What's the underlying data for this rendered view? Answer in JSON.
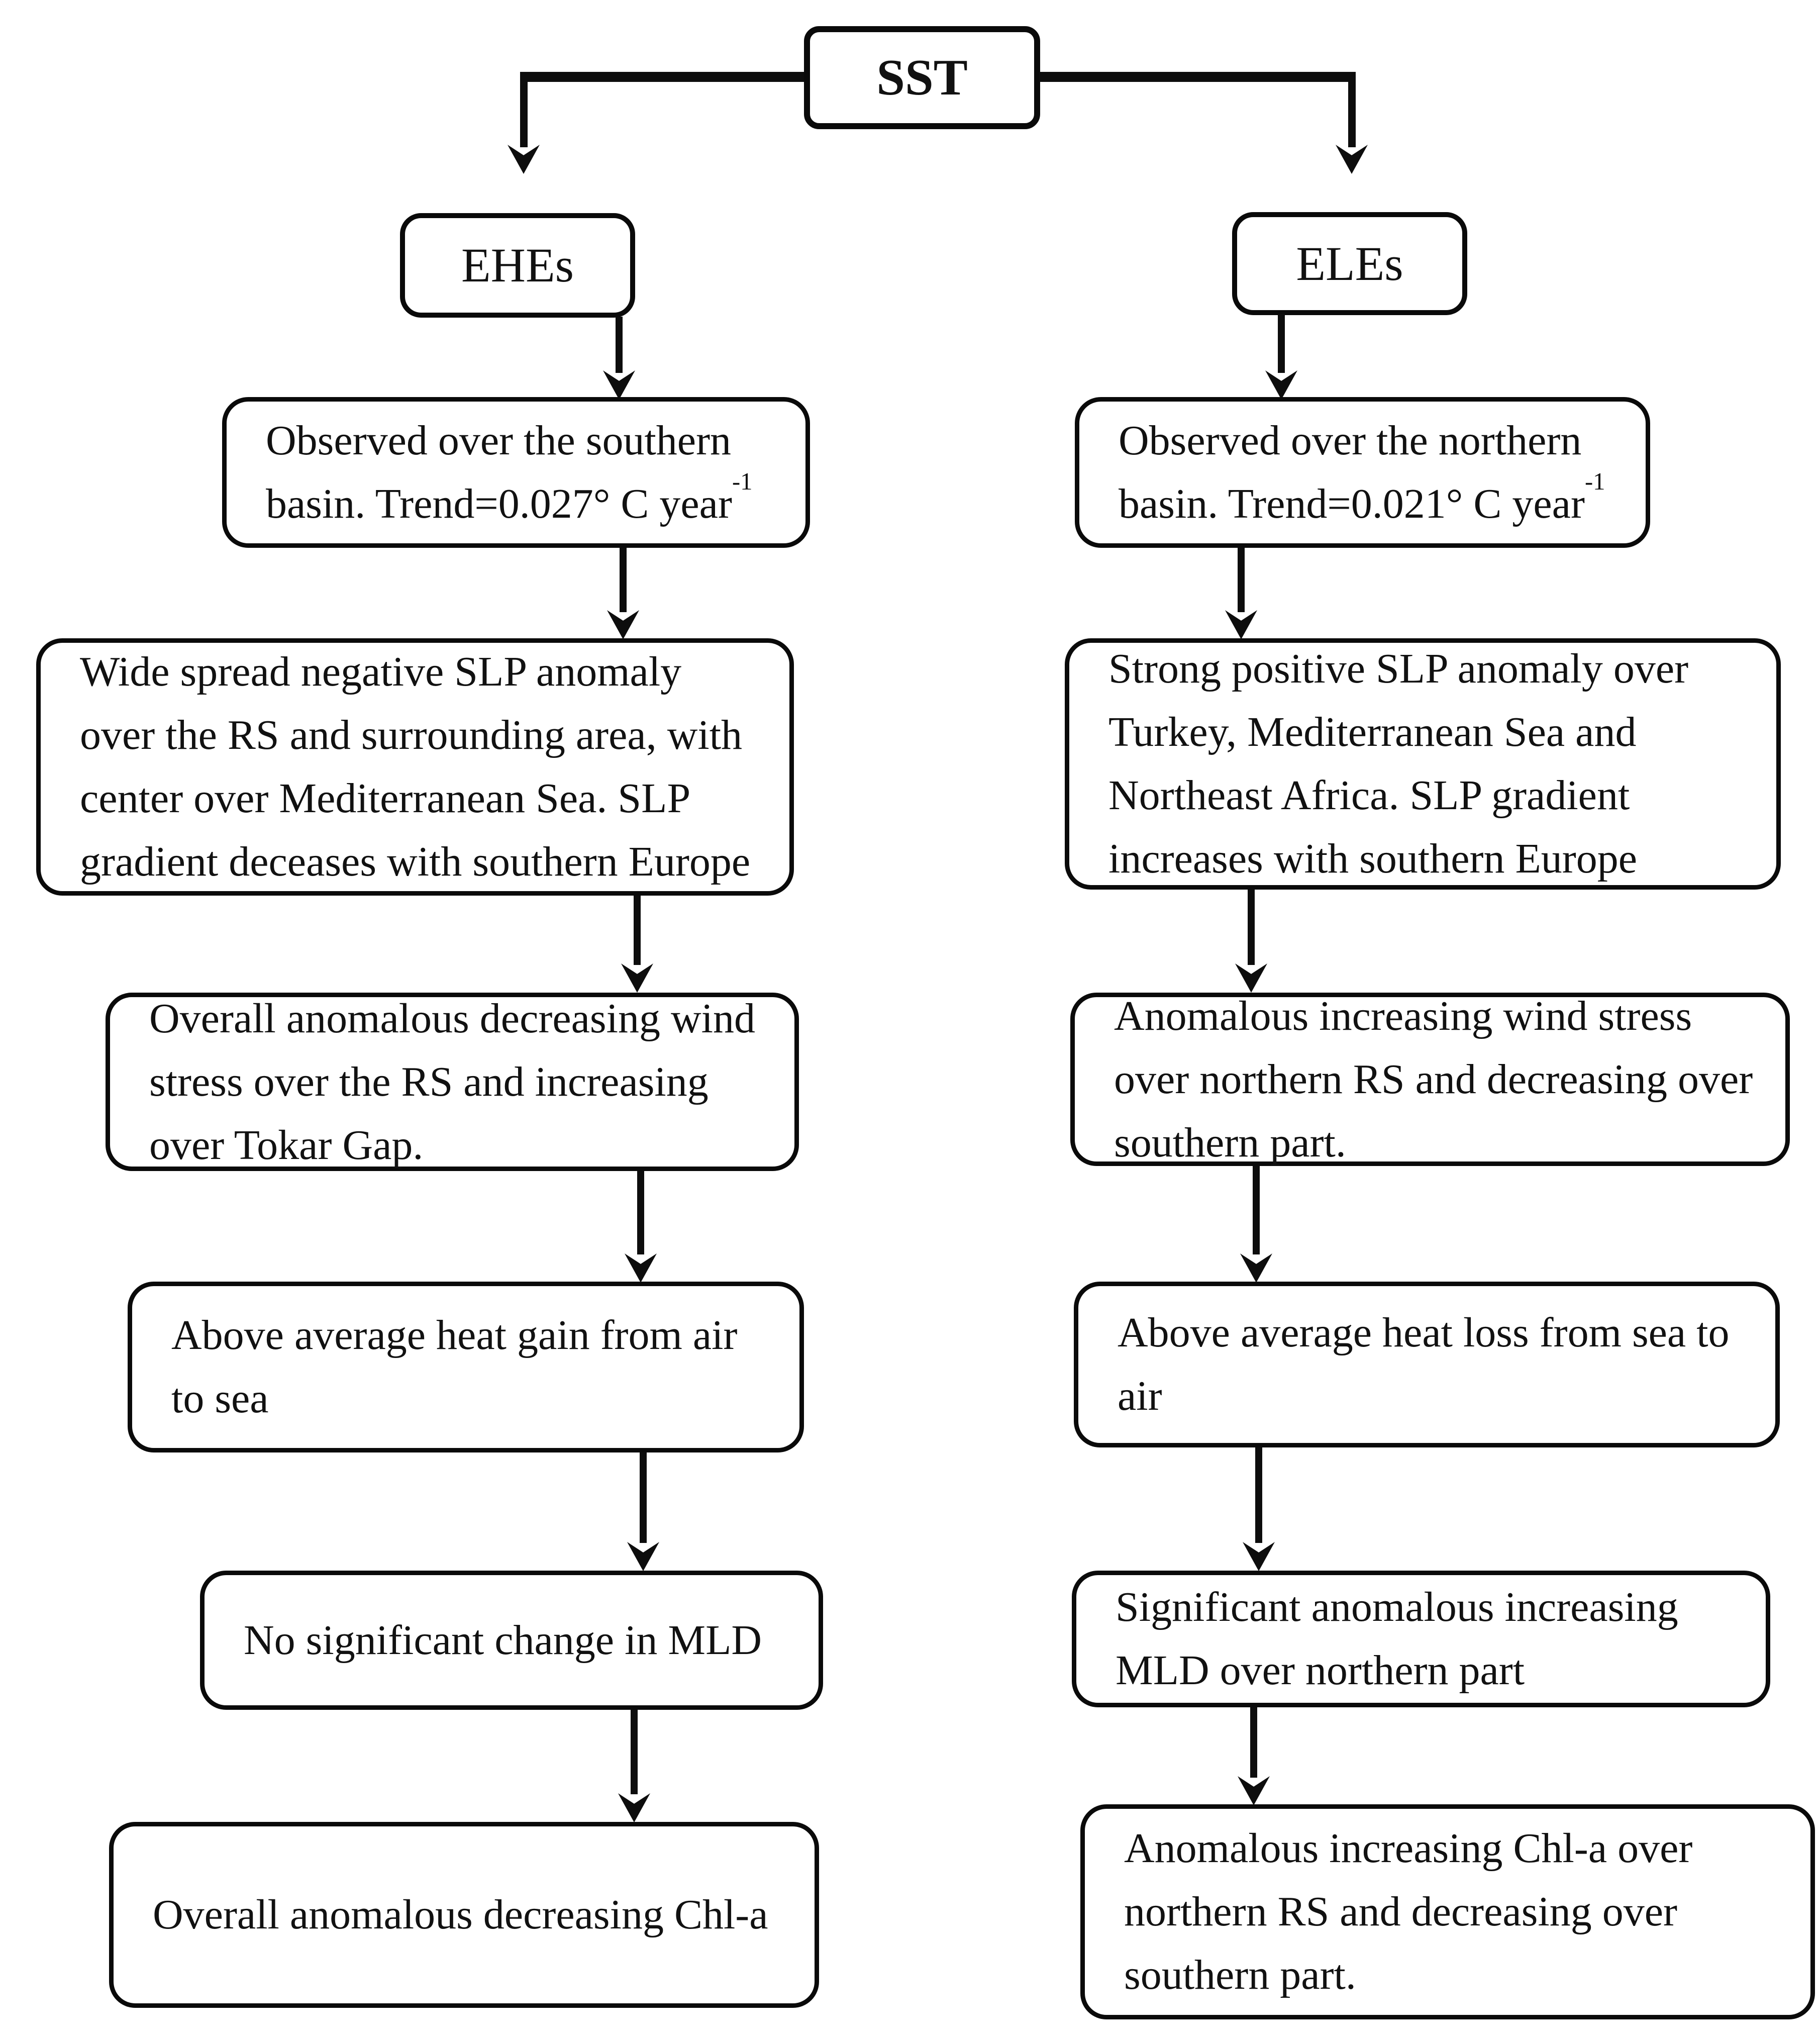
{
  "diagram": {
    "title_node": {
      "label": "SST"
    },
    "branches": {
      "left": {
        "header": {
          "label": "EHEs"
        },
        "steps": [
          {
            "label": "Observed over the southern basin. Trend=0.027° C year",
            "sup": "-1"
          },
          {
            "label": "Wide spread negative SLP anomaly over the RS and surrounding area, with center over Mediterranean Sea. SLP gradient deceases with southern Europe"
          },
          {
            "label": "Overall anomalous decreasing wind stress over the RS and increasing over Tokar Gap."
          },
          {
            "label": "Above average heat gain from air to sea"
          },
          {
            "label": "No significant change in MLD"
          },
          {
            "label": "Overall anomalous decreasing Chl-a"
          }
        ]
      },
      "right": {
        "header": {
          "label": "ELEs"
        },
        "steps": [
          {
            "label": "Observed over the northern basin. Trend=0.021° C year",
            "sup": "-1"
          },
          {
            "label": "Strong positive SLP anomaly over Turkey, Mediterranean Sea and Northeast Africa. SLP gradient increases with southern Europe"
          },
          {
            "label": "Anomalous increasing wind stress over northern RS and decreasing over southern part."
          },
          {
            "label": "Above average heat loss from sea to air"
          },
          {
            "label": "Significant anomalous increasing MLD over northern part"
          },
          {
            "label": "Anomalous increasing Chl-a over northern RS and decreasing over southern part."
          }
        ]
      }
    },
    "colors": {
      "line": "#0d0d0d",
      "border": "#0a0a0a",
      "background": "#ffffff",
      "text": "#111111"
    }
  }
}
